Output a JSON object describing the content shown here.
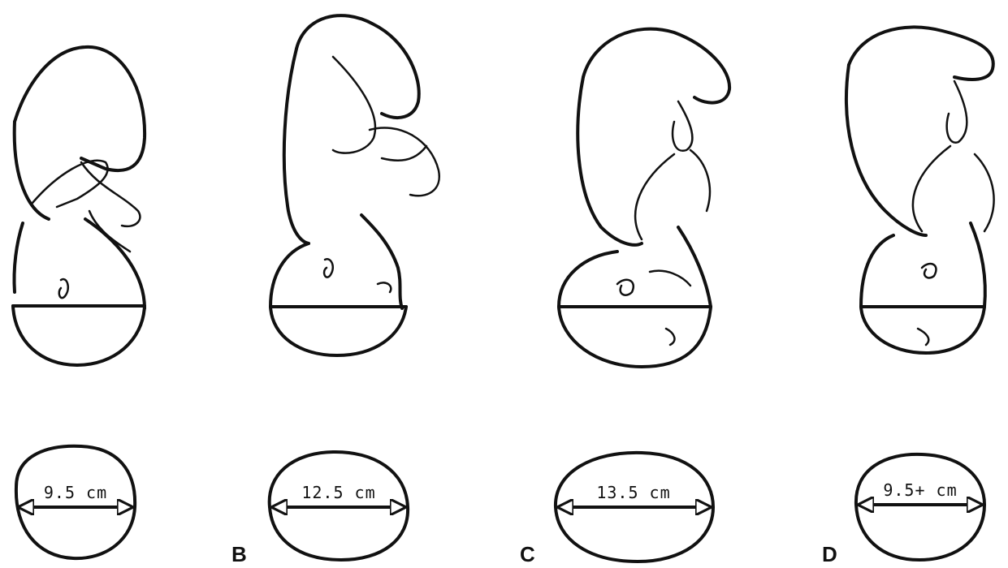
{
  "panels": [
    {
      "label": "",
      "diameter": "9.5 cm"
    },
    {
      "label": "B",
      "diameter": "12.5 cm"
    },
    {
      "label": "C",
      "diameter": "13.5 cm"
    },
    {
      "label": "D",
      "diameter": "9.5+ cm"
    }
  ]
}
